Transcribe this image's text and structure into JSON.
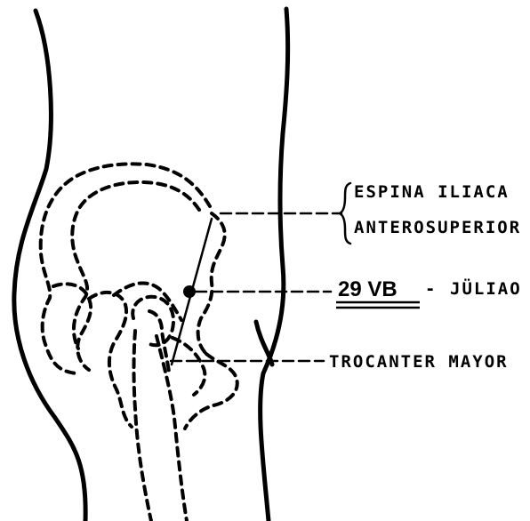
{
  "labels": {
    "espina_line1": "ESPINA ILIACA",
    "espina_line2": "ANTEROSUPERIOR",
    "point_code": "29 VB",
    "point_dash": "-",
    "point_name": "JÜLIAO",
    "trocanter": "TROCANTER MAYOR"
  },
  "colors": {
    "ink": "#000000",
    "background": "#ffffff"
  }
}
